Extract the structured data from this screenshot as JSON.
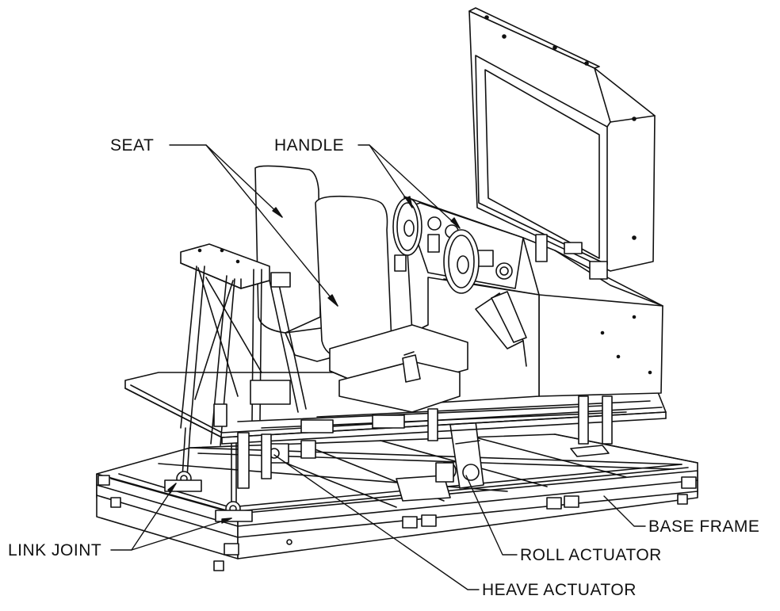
{
  "diagram": {
    "labels": {
      "seat": "SEAT",
      "handle": "HANDLE",
      "base_frame": "BASE FRAME",
      "link_joint": "LINK JOINT",
      "roll_actuator": "ROLL ACTUATOR",
      "heave_actuator": "HEAVE ACTUATOR"
    },
    "line_color": "#111111",
    "background": "#ffffff"
  }
}
